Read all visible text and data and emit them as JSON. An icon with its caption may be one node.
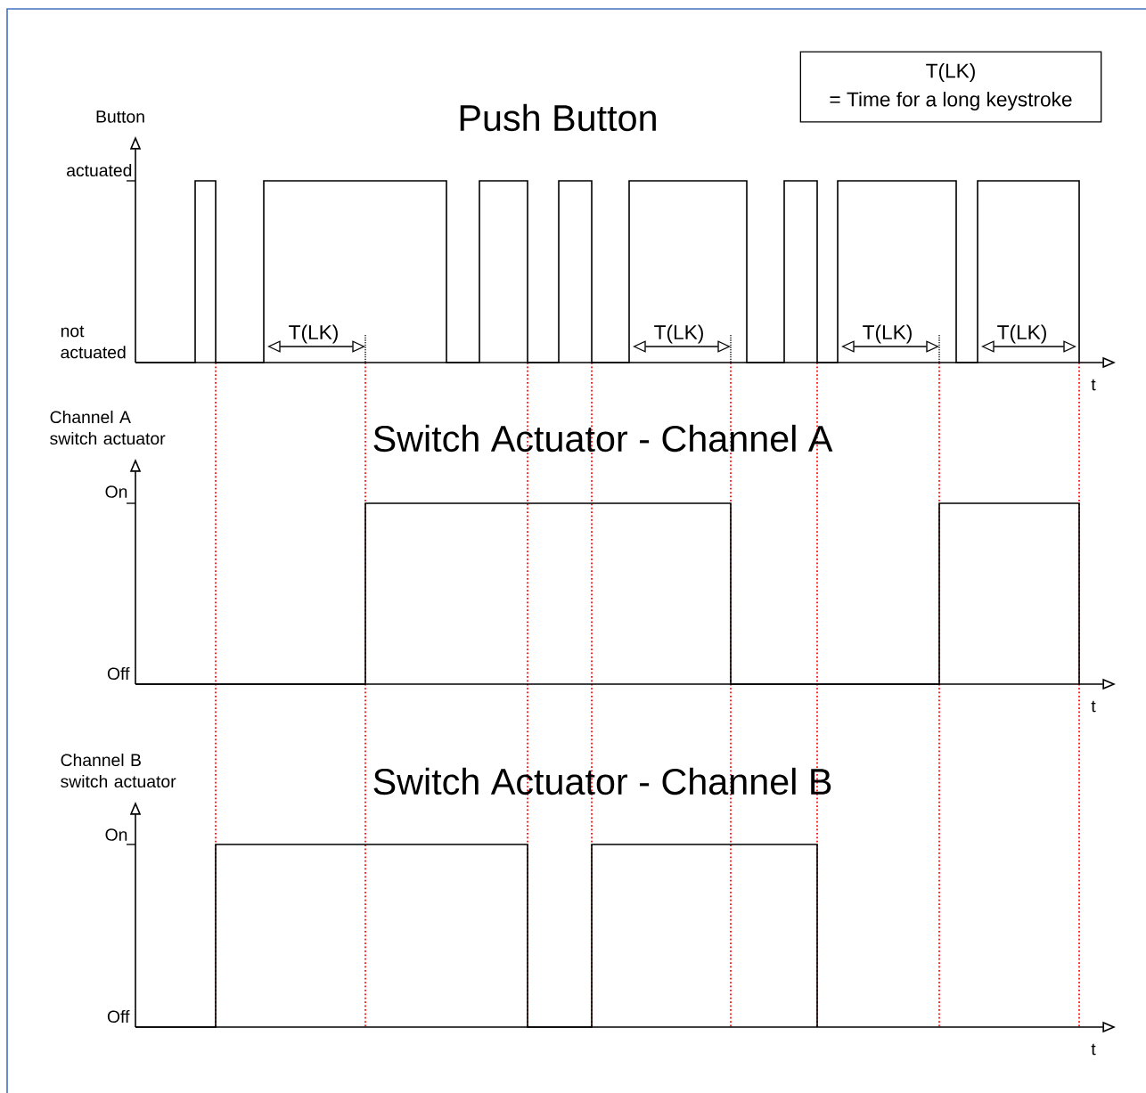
{
  "diagram": {
    "nodes": [
      {
        "text": [
          "T(LK)",
          "= Time for a long keystroke"
        ]
      }
    ],
    "labels": [
      "Button",
      "Push Button",
      "actuated",
      "not actuated",
      "T(LK)",
      "T(LK)",
      "T(LK)",
      "T(LK)",
      "t",
      "Channel A switch actuator",
      "Switch Actuator - Channel A",
      "On",
      "Off",
      "t",
      "Channel B switch actuator",
      "Switch Actuator - Channel B",
      "On",
      "Off",
      "t"
    ]
  }
}
